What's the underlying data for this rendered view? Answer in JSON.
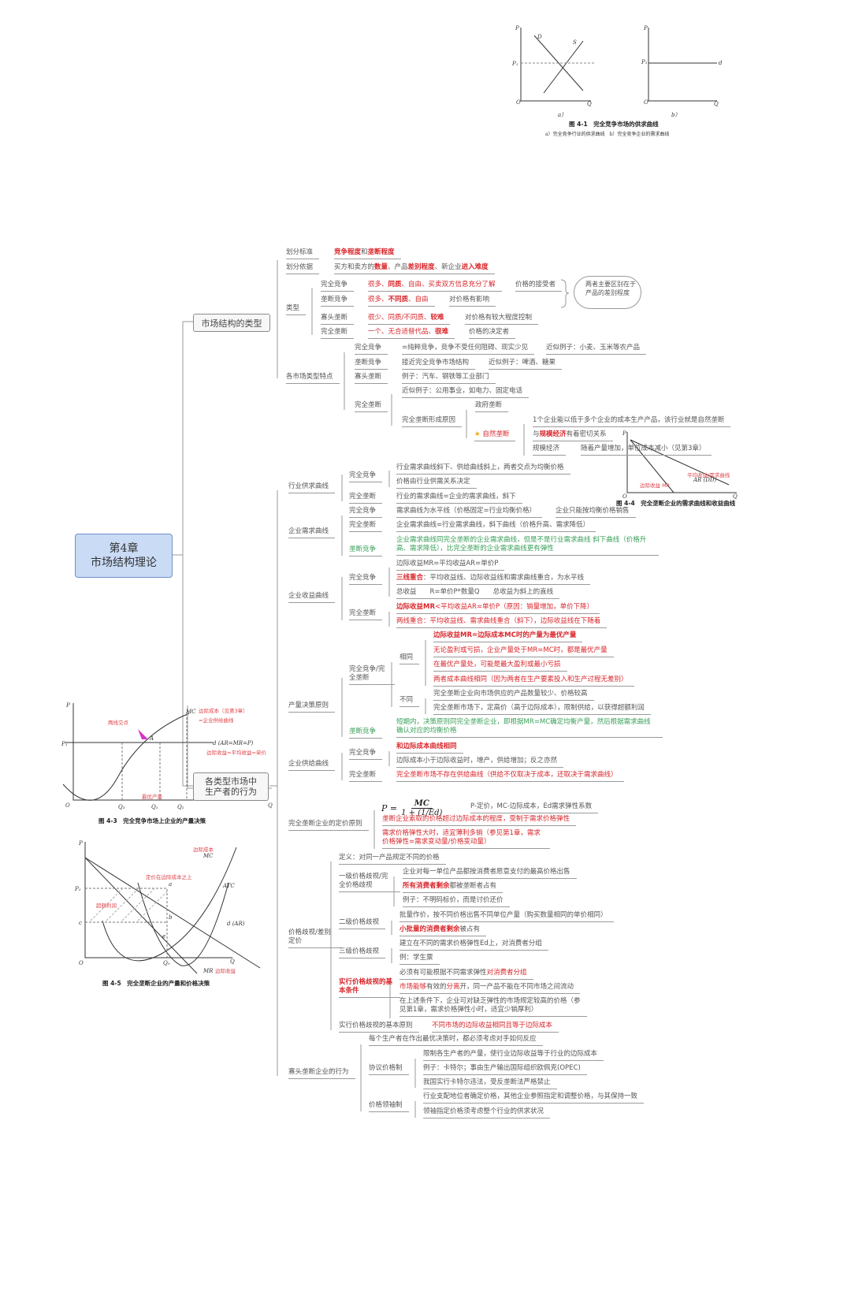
{
  "root": {
    "line1": "第4章",
    "line2": "市场结构理论"
  },
  "branches": {
    "types": "市场结构的类型",
    "behavior": "各类型市场中生产者的行为"
  },
  "nodes": {
    "std_l": "划分标准",
    "std_v": [
      {
        "t": "竞争程度",
        "s": "rb"
      },
      {
        "t": "和"
      },
      {
        "t": "垄断程度",
        "s": "rb"
      }
    ],
    "basis_l": "划分依据",
    "basis_v": [
      {
        "t": "买方和卖方的"
      },
      {
        "t": "数量",
        "s": "rb"
      },
      {
        "t": "、产品"
      },
      {
        "t": "差别程度",
        "s": "rb"
      },
      {
        "t": "、新企业"
      },
      {
        "t": "进入难度",
        "s": "rb"
      }
    ],
    "type_l": "类型",
    "t_pc": "完全竞争",
    "t_pc_d": [
      {
        "t": "很多、",
        "s": "r"
      },
      {
        "t": "同质",
        "s": "rb"
      },
      {
        "t": "、自由、买卖双方信息充分了解",
        "s": "r"
      }
    ],
    "t_pc_e": "价格的接受者",
    "t_mc": "垄断竞争",
    "t_mc_d": [
      {
        "t": "很多、",
        "s": "r"
      },
      {
        "t": "不同质",
        "s": "rb"
      },
      {
        "t": "、自由",
        "s": "r"
      }
    ],
    "t_mc_e": "对价格有影响",
    "t_ol": "寡头垄断",
    "t_ol_d": [
      {
        "t": "很少、同质/不同质、",
        "s": "r"
      },
      {
        "t": "较难",
        "s": "rb"
      }
    ],
    "t_ol_e": "对价格有较大程度控制",
    "t_pm": "完全垄断",
    "t_pm_d": [
      {
        "t": "一个、无合适替代品、",
        "s": "r"
      },
      {
        "t": "很难",
        "s": "rb"
      }
    ],
    "t_pm_e": "价格的决定者",
    "diff_note": "两者主要区别在于产品的差别程度",
    "feat_l": "各市场类型特点",
    "f_pc": "完全竞争",
    "f_pc_d": "=纯粹竞争，竞争不受任何阻碍、现实少见",
    "f_pc_e": "近似例子：小麦、玉米等农产品",
    "f_mc": "垄断竞争",
    "f_mc_d": "接近完全竞争市场结构",
    "f_mc_e": "近似例子：啤酒、糖果",
    "f_ol": "寡头垄断",
    "f_ol_d": "例子：汽车、钢铁等工业部门",
    "f_pm": "完全垄断",
    "f_pm_ex": "近似例子：公用事业，如电力、固定电话",
    "f_pm_cause": "完全垄断形成原因",
    "gov": "政府垄断",
    "nat": [
      {
        "t": "★ ",
        "s": "star"
      },
      {
        "t": "自然垄断",
        "s": "r"
      }
    ],
    "nat_1": "1个企业能以低于多个企业的成本生产产品，该行业就是自然垄断",
    "nat_2": [
      {
        "t": "与"
      },
      {
        "t": "规模经济",
        "s": "rb"
      },
      {
        "t": "有着密切关系"
      }
    ],
    "nat_3": "规模经济",
    "nat_3e": "随着产量增加，单位成本减小（见第3章）",
    "ind_l": "行业供求曲线",
    "ind_pc": "完全竞争",
    "ind_pc_1": "行业需求曲线斜下、供给曲线斜上，两者交点为均衡价格",
    "ind_pc_2": "价格由行业供需关系决定",
    "ind_pm": "完全垄断",
    "ind_pm_1": "行业的需求曲线=企业的需求曲线，斜下",
    "fd_l": "企业需求曲线",
    "fd_pc": "完全竞争",
    "fd_pc_1": "需求曲线为水平线（价格固定=行业均衡价格）",
    "fd_pc_2": "企业只能按均衡价格销售",
    "fd_pm": "完全垄断",
    "fd_pm_1": "企业需求曲线=行业需求曲线，斜下曲线（价格升高、需求降低）",
    "fd_mc": [
      {
        "t": "垄断竞争",
        "s": "g"
      }
    ],
    "fd_mc_1": [
      {
        "t": "企业需求曲线同完全垄断的企业需求曲线，但是不是行业需求曲线 斜下曲线（价格升高、需求降低），比完全垄断的企业需求曲线更有弹性",
        "s": "g"
      }
    ],
    "rev_l": "企业收益曲线",
    "rev_pc": "完全竞争",
    "rev_pc_1": "边际收益MR=平均收益AR=单价P",
    "rev_pc_2": [
      {
        "t": "三线重合",
        "s": "rb"
      },
      {
        "t": "：平均收益线、边际收益线和需求曲线重合，为水平线"
      }
    ],
    "rev_pc_3": "总收益　　R=单价P*数量Q　　总收益为斜上的直线",
    "rev_pm": "完全垄断",
    "rev_pm_1": [
      {
        "t": "边际收益MR",
        "s": "rb"
      },
      {
        "t": "<平均收益AR=单价P（原因：销量增加，单价下降）",
        "s": "r"
      }
    ],
    "rev_pm_2": [
      {
        "t": "两线重合：平均收益线、需求曲线重合（斜下），边际收益线在下随着",
        "s": "r"
      }
    ],
    "out_l": "产量决策原则",
    "out_pcpm": "完全竞争/完全垄断",
    "out_top": [
      {
        "t": "边际收益MR=边际成本MC时的产量为最优产量",
        "s": "rb"
      }
    ],
    "out_same": "相同",
    "out_s1": [
      {
        "t": "无论盈利或亏损，企业产量处于MR=MC时，都是最优产量",
        "s": "r"
      }
    ],
    "out_s2": [
      {
        "t": "在最优产量处，可能是最大盈利或最小亏损",
        "s": "r"
      }
    ],
    "out_s3": [
      {
        "t": "两者成本曲线相同（因为两者在生产要素投入和生产过程无差别）",
        "s": "r"
      }
    ],
    "out_diff": "不同",
    "out_d1": "完全垄断企业向市场供应的产品数量较少、价格较高",
    "out_d2": "完全垄断市场下，定高价（高于边际成本），限制供给，以获得超额利润",
    "out_mc": [
      {
        "t": "垄断竞争",
        "s": "g"
      }
    ],
    "out_mc_1": [
      {
        "t": "短期内，决策原则同完全垄断企业，即根据MR=MC确定均衡产量，然后根据需求曲线确认对应的均衡价格",
        "s": "g"
      }
    ],
    "sup_l": "企业供给曲线",
    "sup_pc": "完全竞争",
    "sup_pc_1": [
      {
        "t": "和边际成本曲线相同",
        "s": "rb"
      }
    ],
    "sup_pc_2": "边际成本小于边际收益时，增产，供给增加；反之亦然",
    "sup_pm": "完全垄断",
    "sup_pm_1": [
      {
        "t": "完全垄断市场不存在供给曲线（供给不仅取决于成本，还取决于需求曲线）",
        "s": "r"
      }
    ],
    "price_l": "完全垄断企业的定价原则",
    "formula": {
      "lhs": "P =",
      "num": "MC",
      "den": "1 + (1/Ed)"
    },
    "price_f": "P-定价，MC-边际成本，Ed需求弹性系数",
    "price_1": [
      {
        "t": "垄断企业索取的价格超过边际成本的程度，受制于需求价格弹性",
        "s": "r"
      }
    ],
    "price_2": [
      {
        "t": "需求价格弹性大时，适宜薄利多销（参见第1章，需求价格弹性=需求变动量/价格变动量）",
        "s": "r"
      }
    ],
    "pd_l": "价格歧视/差别定价",
    "pd_def": "定义：对同一产品规定不同的价格",
    "pd_1": "一级价格歧视/完全价格歧视",
    "pd_1a": "企业对每一单位产品都按消费者愿意支付的最高价格出售",
    "pd_1b": [
      {
        "t": "所有消费者剩余",
        "s": "rb"
      },
      {
        "t": "都被垄断者占有"
      }
    ],
    "pd_1c": "例子：不明码标价，而是讨价还价",
    "pd_2": "二级价格歧视",
    "pd_2a": "批量作价，按不同价格出售不同单位产量（购买数量相同的单价相同）",
    "pd_2b": [
      {
        "t": "小批量的消费者剩余",
        "s": "rb"
      },
      {
        "t": "被占有"
      }
    ],
    "pd_3": "三级价格歧视",
    "pd_3a": "建立在不同的需求价格弹性Ed上，对消费者分组",
    "pd_3b": "例：学生票",
    "pd_c": [
      {
        "t": "实行价格歧视的基本条件",
        "s": "rb"
      }
    ],
    "pd_c1": [
      {
        "t": "必须有可能根据不同需求弹性"
      },
      {
        "t": "对消费者分组",
        "s": "r"
      }
    ],
    "pd_c2": [
      {
        "t": "市场能够",
        "s": "r"
      },
      {
        "t": "有效的"
      },
      {
        "t": "分离",
        "s": "r"
      },
      {
        "t": "开，同一产品不能在不同市场之间流动"
      }
    ],
    "pd_c3": "在上述条件下，企业可对缺乏弹性的市场规定较高的价格（参见第1章，需求价格弹性小时，适宜少销厚利）",
    "pd_p": "实行价格歧视的基本原则",
    "pd_p1": [
      {
        "t": "不同市场的边际收益相同且等于边际成本",
        "s": "r"
      }
    ],
    "olig_l": "寡头垄断企业的行为",
    "olig_0": "每个生产者在作出最优决策时，都必须考虑对手如何反应",
    "olig_a": "协议价格制",
    "olig_a1": "限制各生产者的产量，使行业边际收益等于行业的边际成本",
    "olig_a2": "例子：卡特尔；事由生产输出国际组织欧佩克(OPEC)",
    "olig_a3": "我国实行卡特尔违法，受反垄断法严格禁止",
    "olig_b": "价格领袖制",
    "olig_b1": "行业支配地位者确定价格，其他企业参照指定和调整价格，与其保持一致",
    "olig_b2": "领袖指定价格须考虑整个行业的供求状况"
  },
  "figures": {
    "fig41": {
      "caption": "图 4-1　完全竞争市场的供求曲线",
      "sub": "a）完全竞争行业的供求曲线　b）完全竞争企业的需求曲线",
      "a": "a）",
      "b": "b）",
      "P": "P",
      "Q": "Q",
      "O": "O",
      "P1": "P₁",
      "D": "D",
      "S": "S",
      "d": "d"
    },
    "fig44": {
      "caption": "图 4-4　完全垄断企业的需求曲线和收益曲线",
      "P": "P",
      "O": "O",
      "Q": "Q",
      "mr": "边际收益 MR",
      "ar": "平均收益/需求曲线",
      "ar2": "AR (DD)"
    },
    "fig43": {
      "caption": "图 4-3　完全竞争市场上企业的产量决策",
      "P": "P",
      "P1": "P₁",
      "O": "O",
      "Q": "Q",
      "Q3": "Q₃",
      "Q1": "Q₁",
      "Q2": "Q₂",
      "A": "A",
      "MC": "MC",
      "mc_note": "边际成本（见第3章）",
      "mc_note2": "=企业供给曲线",
      "d": "d (AR=MR=P)",
      "d_note": "边际收益=平均收益=单价",
      "cross": "两线交点",
      "opt": "最优产量"
    },
    "fig45": {
      "caption": "图 4-5　完全垄断企业的产量和价格决策",
      "P": "P",
      "O": "O",
      "Q": "Q",
      "P0": "P₀",
      "c": "c",
      "Q0": "Q₀",
      "a": "a",
      "b": "b",
      "e": "e",
      "MC": "MC",
      "mc_note": "边际成本",
      "ATC": "ATC",
      "d": "d (AR)",
      "MR": "MR",
      "mr_note": "边际收益",
      "price_note": "定价在边际成本之上",
      "profit": "超额利润"
    }
  },
  "colors": {
    "red": "#d9262b",
    "green": "#3aa05a",
    "root_fill": "#c9dbf5"
  }
}
